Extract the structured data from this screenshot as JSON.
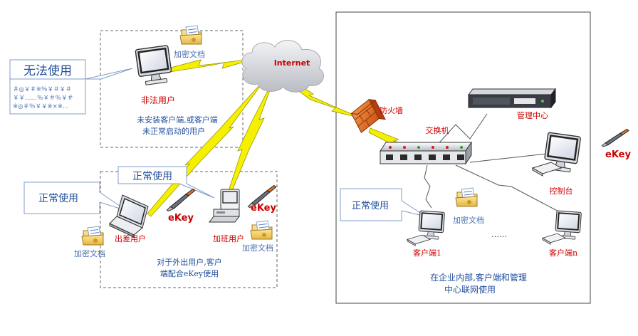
{
  "internet_label": "Internet",
  "illegal": {
    "callout": "无法使用",
    "garbled": [
      "＃◎￥＃※％￥＃￥＃",
      "￥￥……％￥＃％￥＃",
      "※◎＃％￥￥※×※…"
    ],
    "doc_label": "加密文档",
    "user_label": "非法用户",
    "desc": [
      "未安装客户端,或客户端",
      "未正常启动的用户"
    ]
  },
  "mobile": {
    "callout_travel": "正常使用",
    "callout_overtime": "正常使用",
    "travel_label": "出差用户",
    "overtime_label": "加班用户",
    "ekey": "eKey",
    "ekey2": "eKey",
    "doc_label_left": "加密文档",
    "doc_label_right": "加密文档",
    "desc": [
      "对于外出用户,客户",
      "端配合eKey使用"
    ]
  },
  "enterprise": {
    "firewall_label": "防火墙",
    "switch_label": "交换机",
    "server_label": "管理中心",
    "console_label": "控制台",
    "callout": "正常使用",
    "doc_label": "加密文档",
    "client1_label": "客户端1",
    "clientn_label": "客户端n",
    "ellipsis": "……",
    "ekey": "eKey",
    "desc": [
      "在企业内部,客户端和管理",
      "中心联网使用"
    ]
  },
  "colors": {
    "lightning": "#f5f000",
    "lightning_stroke": "#9a9400",
    "callout_border": "#7f9cc8",
    "callout_text": "#1f4e9c",
    "doc_text": "#4a6fb0",
    "red_text": "#cc0000",
    "firewall": "#e86a1a"
  },
  "icons": [
    "cloud-icon",
    "monitor-icon",
    "laptop-icon",
    "pc-icon",
    "server-icon",
    "switch-icon",
    "firewall-icon",
    "folder-icon",
    "usb-key-icon"
  ]
}
